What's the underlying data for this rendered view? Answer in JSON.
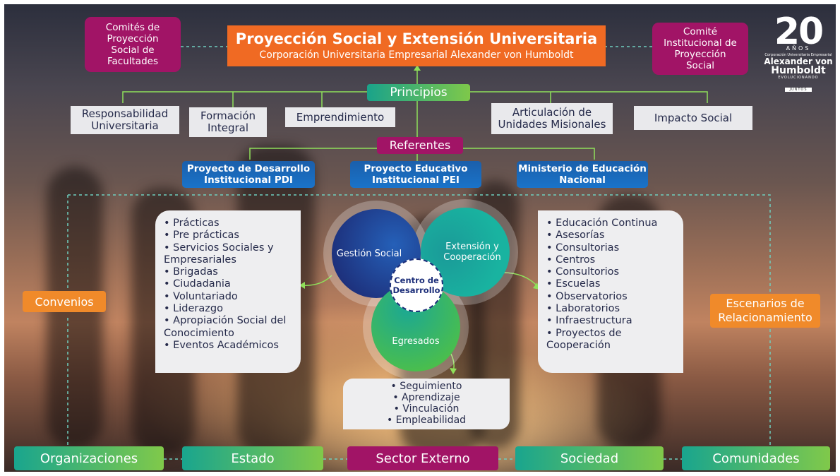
{
  "header": {
    "title": "Proyección Social y Extensión Universitaria",
    "subtitle": "Corporación Universitaria Empresarial Alexander von Humboldt"
  },
  "left_committee": "Comités de Proyección Social de Facultades",
  "right_committee": "Comité Institucional de Proyección Social",
  "logo": {
    "number": "20",
    "anos": "AÑOS",
    "small": "Corporación Universitaria Empresarial",
    "name_1": "Alexander von",
    "name_2": "Humboldt",
    "tagline": "EVOLUCIONANDO",
    "juntos": "JUNTOS"
  },
  "principios": {
    "label": "Principios",
    "items": [
      "Responsabilidad Universitaria",
      "Formación Integral",
      "Emprendimiento",
      "Articulación de Unidades Misionales",
      "Impacto Social"
    ]
  },
  "referentes": {
    "label": "Referentes",
    "items": [
      "Proyecto de Desarrollo Institucional PDI",
      "Proyecto Educativo Institucional PEI",
      "Ministerio de Educación Nacional"
    ]
  },
  "convenios": "Convenios",
  "escenarios": "Escenarios de Relacionamiento",
  "left_list": [
    "Prácticas",
    "Pre prácticas",
    "Servicios Sociales y Empresariales",
    "Brigadas",
    "Ciudadania",
    "Voluntariado",
    "Liderazgo",
    "Apropiación Social del Conocimiento",
    "Eventos Académicos"
  ],
  "right_list": [
    "Educación Continua",
    "Asesorías",
    "Consultorias",
    "Centros",
    "Consultorios",
    "Escuelas",
    "Observatorios",
    "Laboratorios",
    "Infraestructura",
    "Proyectos de Cooperación"
  ],
  "bottom_list": [
    "Seguimiento",
    "Aprendizaje",
    "Vinculación",
    "Empleabilidad"
  ],
  "circles": {
    "gestion": "Gestión Social",
    "extension": "Extensión y Cooperación",
    "egresados": "Egresados",
    "centro": "Centro de Desarrollo"
  },
  "bottom_bar": [
    "Organizaciones",
    "Estado",
    "Sector Externo",
    "Sociedad",
    "Comunidades"
  ],
  "colors": {
    "orange": "#f06a23",
    "magenta": "#a11466",
    "green": "#7ec84a",
    "teal": "#1aa38a",
    "blue": "#1a6bbf",
    "navy": "#252a4a"
  }
}
